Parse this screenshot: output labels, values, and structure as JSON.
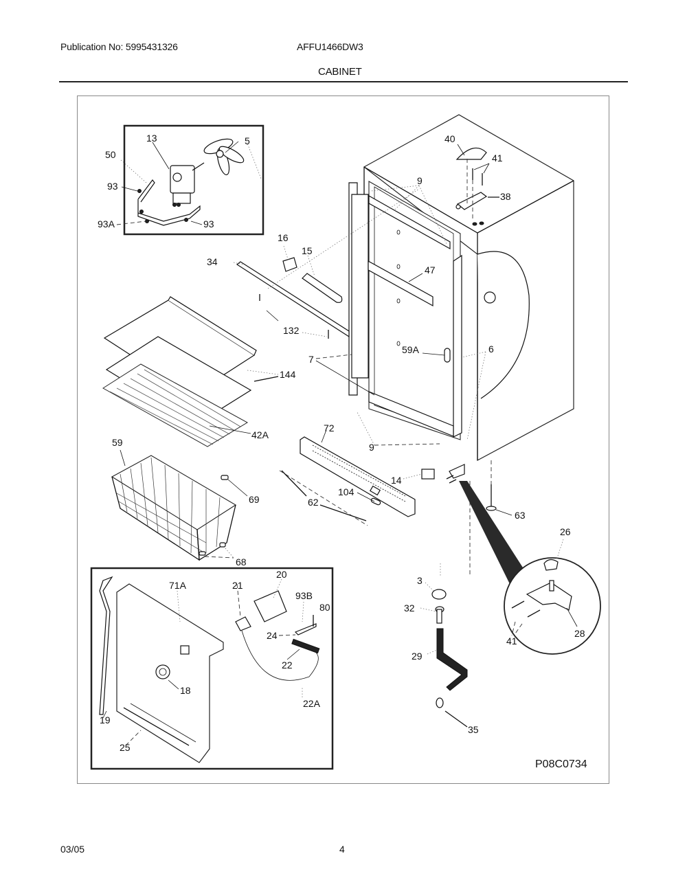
{
  "header": {
    "publication": "Publication No: 5995431326",
    "model": "AFFU1466DW3",
    "section_title": "CABINET"
  },
  "diagram": {
    "drawing_code": "P08C0734",
    "callouts": {
      "c13": "13",
      "c5": "5",
      "c50": "50",
      "c93a": "93",
      "c93b": "93",
      "c93A": "93A",
      "c40": "40",
      "c41a": "41",
      "c38": "38",
      "c9a": "9",
      "c16": "16",
      "c15": "15",
      "c34": "34",
      "c47": "47",
      "c132": "132",
      "c59A": "59A",
      "c7": "7",
      "c6": "6",
      "c144": "144",
      "c42A": "42A",
      "c9b": "9",
      "c72": "72",
      "c59": "59",
      "c14": "14",
      "c69": "69",
      "c104": "104",
      "c62": "62",
      "c63": "63",
      "c68": "68",
      "c26": "26",
      "c20": "20",
      "c71A": "71A",
      "c21": "21",
      "c93B": "93B",
      "c80": "80",
      "c24": "24",
      "c22": "22",
      "c18": "18",
      "c22A": "22A",
      "c19": "19",
      "c25": "25",
      "c3": "3",
      "c32": "32",
      "c29": "29",
      "c35": "35",
      "c41b": "41",
      "c28": "28"
    }
  },
  "footer": {
    "date": "03/05",
    "page_number": "4"
  }
}
